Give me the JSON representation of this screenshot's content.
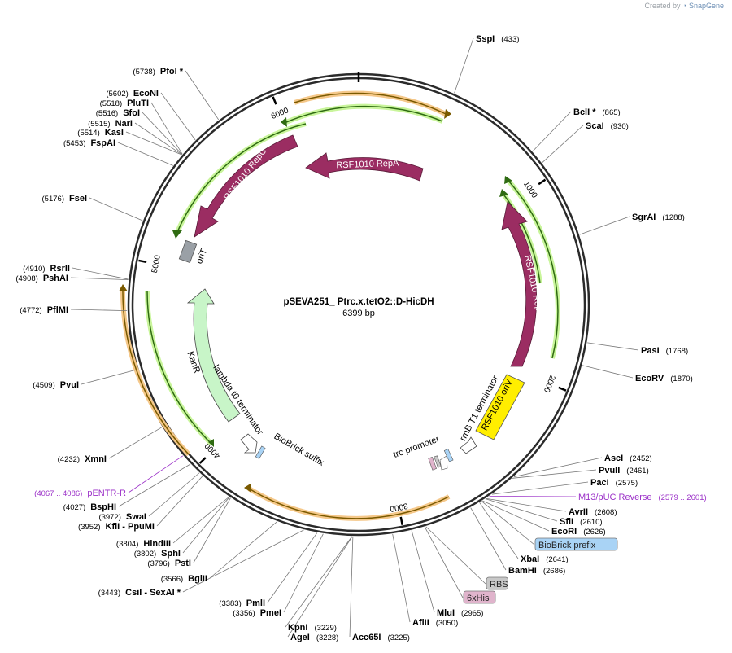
{
  "credit": {
    "prefix": "Created by",
    "brand": "SnapGene"
  },
  "plasmid": {
    "name": "pSEVA251_ Ptrc.x.tetO2::D-HicDH",
    "length": "6399 bp",
    "bp": 6399
  },
  "ticks": [
    {
      "pos": 1000,
      "label": "1000"
    },
    {
      "pos": 2000,
      "label": "2000"
    },
    {
      "pos": 3000,
      "label": "3000"
    },
    {
      "pos": 4000,
      "label": "4000"
    },
    {
      "pos": 5000,
      "label": "5000"
    },
    {
      "pos": 6000,
      "label": "6000"
    }
  ],
  "sites": [
    {
      "name": "SspI",
      "coord": "(433)"
    },
    {
      "name": "BclI *",
      "coord": "(865)"
    },
    {
      "name": "ScaI",
      "coord": "(930)"
    },
    {
      "name": "SgrAI",
      "coord": "(1288)"
    },
    {
      "name": "PasI",
      "coord": "(1768)"
    },
    {
      "name": "EcoRV",
      "coord": "(1870)"
    },
    {
      "name": "AscI",
      "coord": "(2452)"
    },
    {
      "name": "PvuII",
      "coord": "(2461)"
    },
    {
      "name": "PacI",
      "coord": "(2575)"
    },
    {
      "name": "M13/pUC Reverse",
      "coord": "(2579 .. 2601)"
    },
    {
      "name": "AvrII",
      "coord": "(2608)"
    },
    {
      "name": "SfiI",
      "coord": "(2610)"
    },
    {
      "name": "EcoRI",
      "coord": "(2626)"
    },
    {
      "name": "BioBrick prefix",
      "coord": ""
    },
    {
      "name": "XbaI",
      "coord": "(2641)"
    },
    {
      "name": "BamHI",
      "coord": "(2686)"
    },
    {
      "name": "RBS",
      "coord": ""
    },
    {
      "name": "6xHis",
      "coord": ""
    },
    {
      "name": "MluI",
      "coord": "(2965)"
    },
    {
      "name": "AflII",
      "coord": "(3050)"
    },
    {
      "name": "Acc65I",
      "coord": "(3225)"
    },
    {
      "name": "AgeI",
      "coord": "(3228)"
    },
    {
      "name": "KpnI",
      "coord": "(3229)"
    },
    {
      "name": "PmeI",
      "coord": "(3356)"
    },
    {
      "name": "PmlI",
      "coord": "(3383)"
    },
    {
      "name": "CsiI  - SexAI *",
      "coord": "(3443)"
    },
    {
      "name": "BglII",
      "coord": "(3566)"
    },
    {
      "name": "PstI",
      "coord": "(3796)"
    },
    {
      "name": "SphI",
      "coord": "(3802)"
    },
    {
      "name": "HindIII",
      "coord": "(3804)"
    },
    {
      "name": "KflI  - PpuMI",
      "coord": "(3952)"
    },
    {
      "name": "SwaI",
      "coord": "(3972)"
    },
    {
      "name": "BspHI",
      "coord": "(4027)"
    },
    {
      "name": "pENTR-R",
      "coord": "(4067 .. 4086)"
    },
    {
      "name": "XmnI",
      "coord": "(4232)"
    },
    {
      "name": "PvuI",
      "coord": "(4509)"
    },
    {
      "name": "PflMI",
      "coord": "(4772)"
    },
    {
      "name": "PshAI",
      "coord": "(4908)"
    },
    {
      "name": "RsrII",
      "coord": "(4910)"
    },
    {
      "name": "FseI",
      "coord": "(5176)"
    },
    {
      "name": "FspAI",
      "coord": "(5453)"
    },
    {
      "name": "KasI",
      "coord": "(5514)"
    },
    {
      "name": "NarI",
      "coord": "(5515)"
    },
    {
      "name": "SfoI",
      "coord": "(5516)"
    },
    {
      "name": "PluTI",
      "coord": "(5518)"
    },
    {
      "name": "EcoNI",
      "coord": "(5602)"
    },
    {
      "name": "PfoI *",
      "coord": "(5738)"
    }
  ],
  "features": {
    "repA": "RSF1010 RepA",
    "repC": "RSF1010 RepC",
    "repB": "RSF1010 RepB",
    "orit": "oriT",
    "kanr": "KanR",
    "oriv": "RSF1010 oriV",
    "lambda_term": "lambda t0 terminator",
    "biobrick_suffix": "BioBrick suffix",
    "rrnb_term": "rrnB T1 terminator",
    "trc_promoter": "trc promoter"
  },
  "colors": {
    "backbone": "#2b2b2b",
    "rep_protein": "#9b2d62",
    "orit": "#9aa0a6",
    "kanr": "#c8f5c8",
    "oriv": "#ffee00",
    "primer": "#9b30c8",
    "orange_track": "#f5a623",
    "green_track": "#b5f57a",
    "biobrick_tag": "#a9d3f5",
    "rbs_tag": "#c8c8c8",
    "his_tag": "#e0b4cc"
  }
}
